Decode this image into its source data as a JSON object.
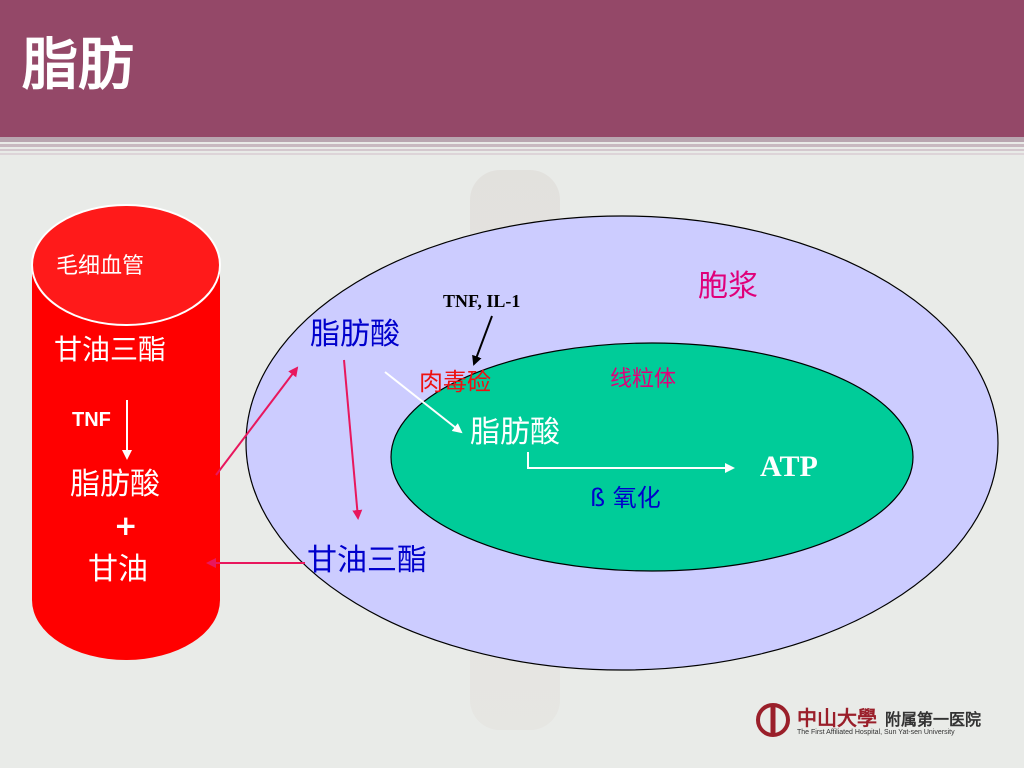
{
  "slide": {
    "title": "脂肪"
  },
  "capillary": {
    "label": "毛细血管",
    "triglyceride": "甘油三酯",
    "tnf": "TNF",
    "fatty_acid": "脂肪酸",
    "plus": "+",
    "glycerol": "甘油"
  },
  "cytoplasm": {
    "label": "胞浆",
    "fatty_acid": "脂肪酸",
    "triglyceride": "甘油三酯",
    "tnf_il": "TNF, IL-1",
    "carnitine": "肉毒硷"
  },
  "mitochondria": {
    "label": "线粒体",
    "fatty_acid": "脂肪酸",
    "atp": "ATP",
    "beta_oxidation": "ß 氧化"
  },
  "logo": {
    "university": "中山大學",
    "hospital": "附属第一医院",
    "english": "The First Affiliated Hospital, Sun Yat-sen University"
  },
  "colors": {
    "header": "#944868",
    "cylinder": "#ff0000",
    "cytoplasm_fill": "#ccccff",
    "mitochondria_fill": "#00cc99",
    "arrow_pink": "#e8175d",
    "text_blue": "#0000cc",
    "text_red": "#ee1111",
    "text_magenta": "#e0007a"
  }
}
